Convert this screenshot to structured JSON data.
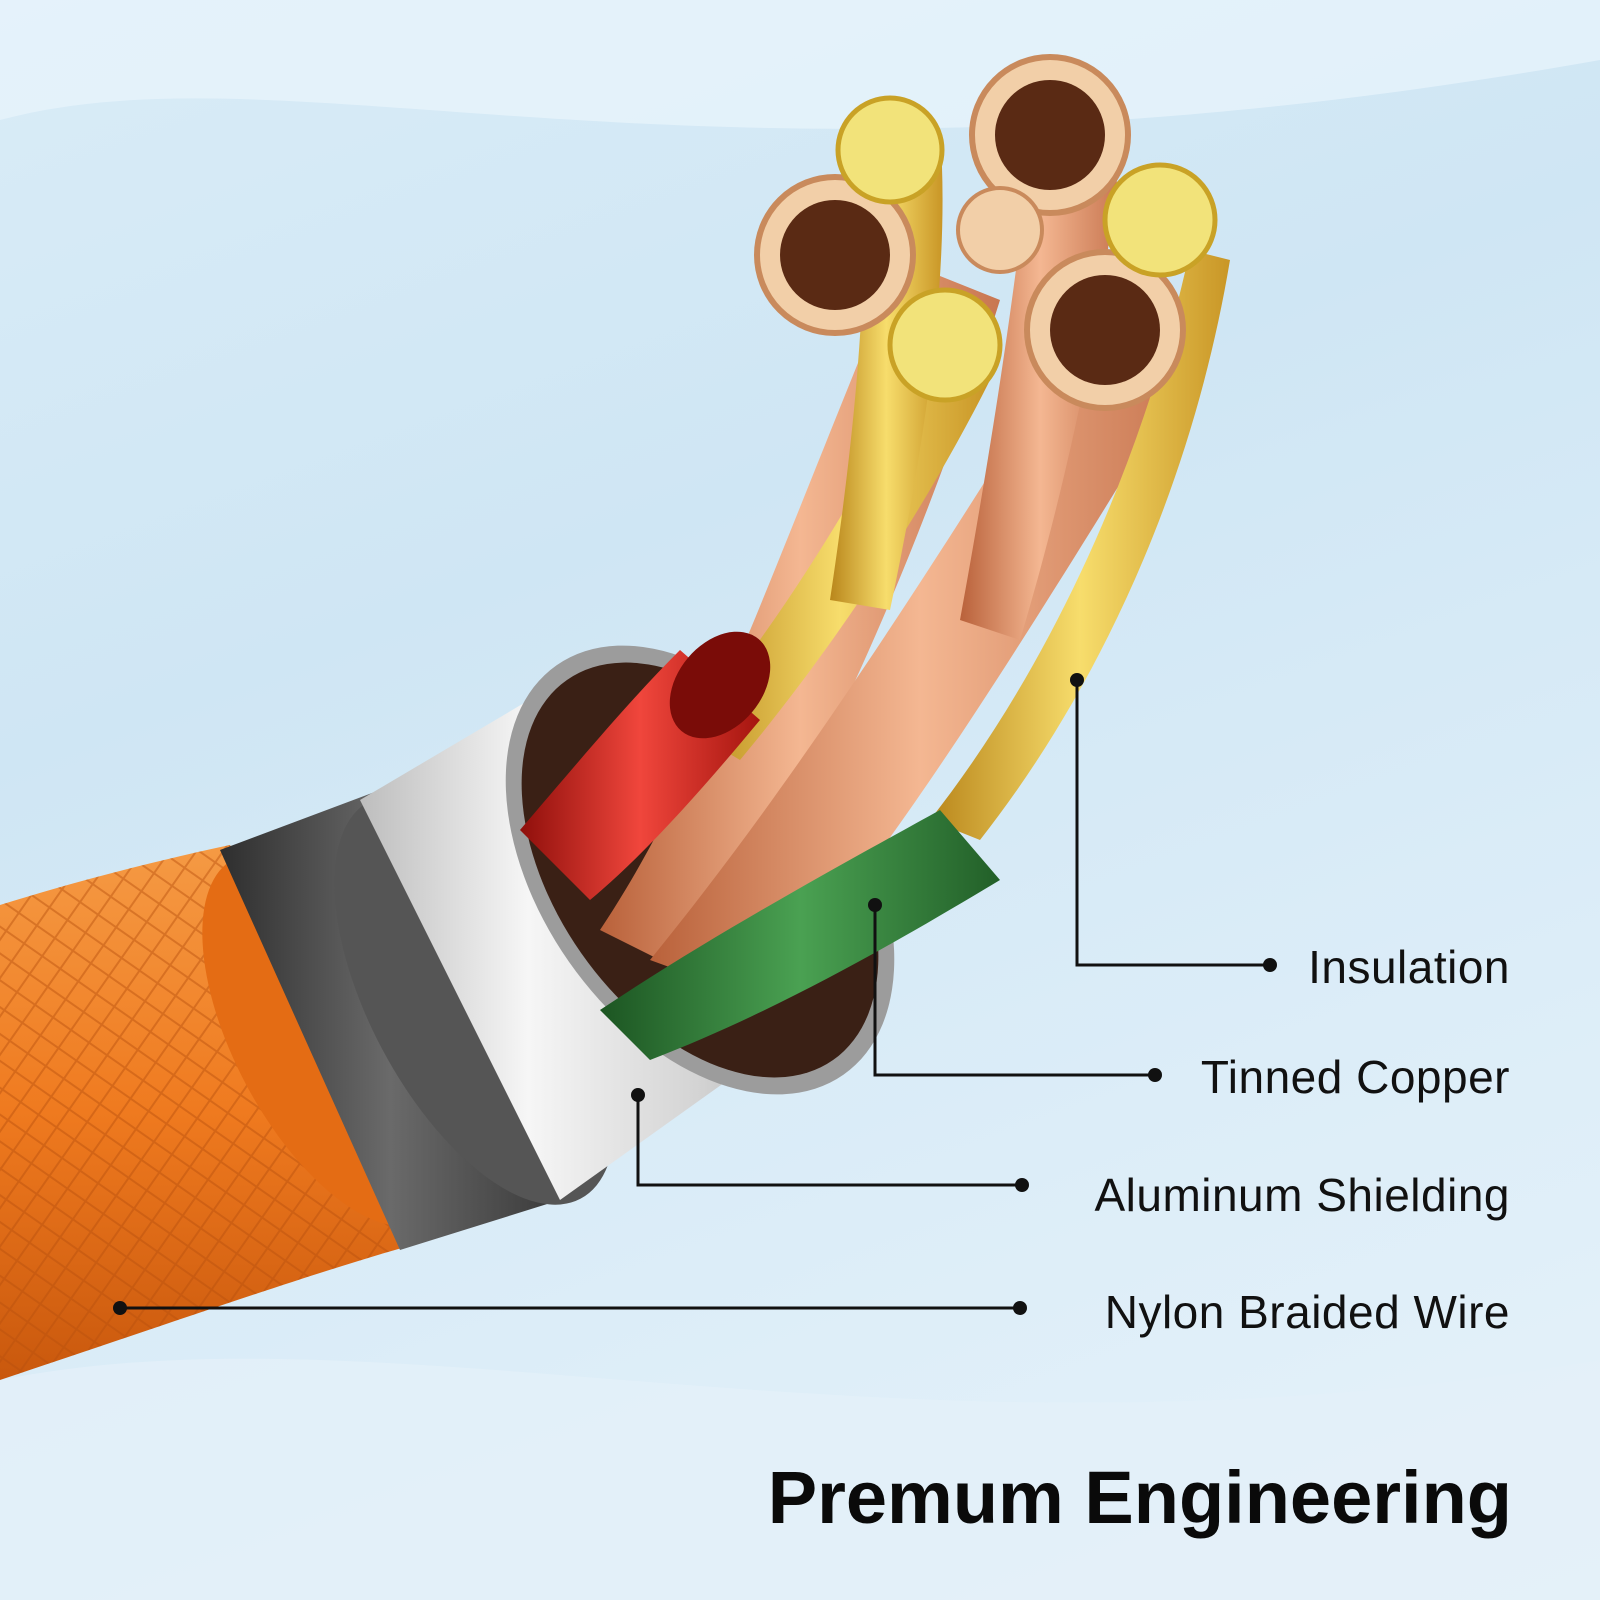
{
  "labels": {
    "insulation": "Insulation",
    "tinned_copper": "Tinned Copper",
    "aluminum_shielding": "Aluminum Shielding",
    "nylon_braided_wire": "Nylon Braided Wire"
  },
  "headline": "Premum Engineering",
  "colors": {
    "braid": "#f07a1e",
    "shielding": "#d8d8d8",
    "jacket_band": "#4a4a4a",
    "red_insulation": "#d9231c",
    "green_insulation": "#2f7d35",
    "copper": "#e9a27c",
    "gold": "#e8c53a"
  }
}
